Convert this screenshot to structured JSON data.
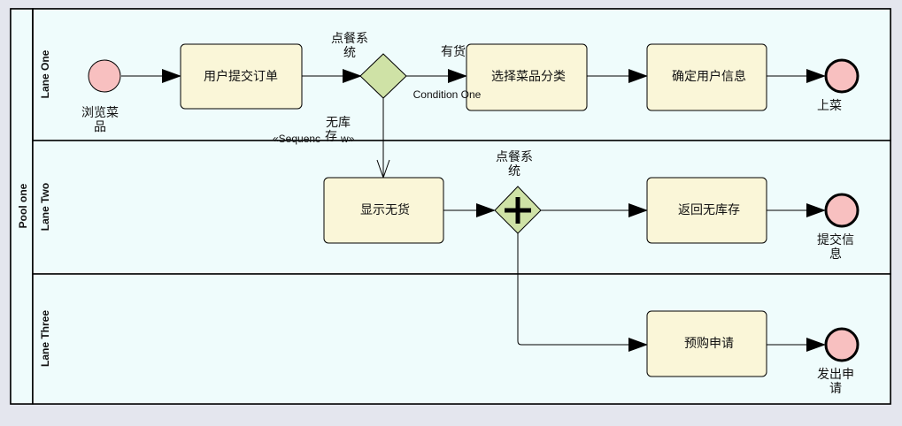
{
  "pool": {
    "name": "Pool one"
  },
  "lanes": [
    {
      "name": "Lane One"
    },
    {
      "name": "Lane Two"
    },
    {
      "name": "Lane Three"
    }
  ],
  "events": {
    "start": {
      "label_lines": [
        "浏览菜",
        "品"
      ]
    },
    "end_serve": {
      "label_lines": [
        "上菜"
      ]
    },
    "end_submit": {
      "label_lines": [
        "提交信",
        "息"
      ]
    },
    "end_request": {
      "label_lines": [
        "发出申",
        "请"
      ]
    }
  },
  "tasks": {
    "submit_order": "用户提交订单",
    "choose_category": "选择菜品分类",
    "confirm_user": "确定用户信息",
    "show_no_stock": "显示无货",
    "return_no_stock": "返回无库存",
    "preorder": "预购申请"
  },
  "gateways": {
    "exclusive": {
      "label_lines": [
        "点餐系",
        "统"
      ]
    },
    "parallel": {
      "label_lines": [
        "点餐系",
        "统"
      ]
    }
  },
  "flows": {
    "in_stock_label": "有货",
    "condition_label": "Condition One",
    "no_stock_label_lines": [
      "无库",
      "存"
    ],
    "sequence_flow_label": "«Sequenc",
    "sequence_flow_label_tail": "w»"
  },
  "colors": {
    "lane_bg": "#effcfc",
    "task_fill": "#faf6d8",
    "event_fill": "#f8c0c0",
    "gateway_fill": "#cfe2a6",
    "stroke": "#000000"
  }
}
